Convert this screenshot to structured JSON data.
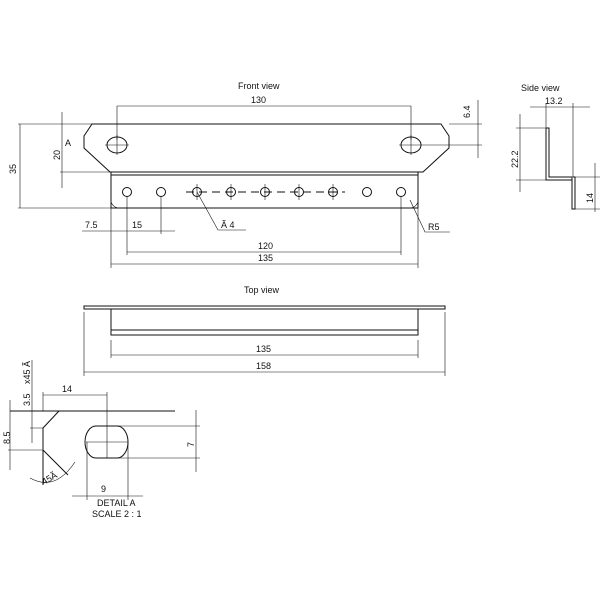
{
  "front_view": {
    "label": "Front view",
    "dims": {
      "width_slots": "130",
      "slot_offset": "6.4",
      "height_total": "35",
      "height_upper": "20",
      "edge_offset": "7.5",
      "hole_pitch": "15",
      "hole_span": "120",
      "length": "135"
    },
    "detail_ref": "A",
    "hole_callout": "Ã  4",
    "radius_callout": "R5"
  },
  "side_view": {
    "label": "Side view",
    "dims": {
      "depth": "13.2",
      "upper_height": "22.2",
      "lower_height": "14"
    }
  },
  "top_view": {
    "label": "Top view",
    "dims": {
      "inner_length": "135",
      "outer_length": "158"
    }
  },
  "detail": {
    "title": "DETAIL A",
    "scale": "SCALE 2 : 1",
    "dims": {
      "offset": "14",
      "chamfer": "3.5",
      "chamfer_angle": "x45 Ã",
      "height": "8.5",
      "slot_height": "7",
      "slot_width": "9",
      "angle": "45Ã"
    }
  }
}
